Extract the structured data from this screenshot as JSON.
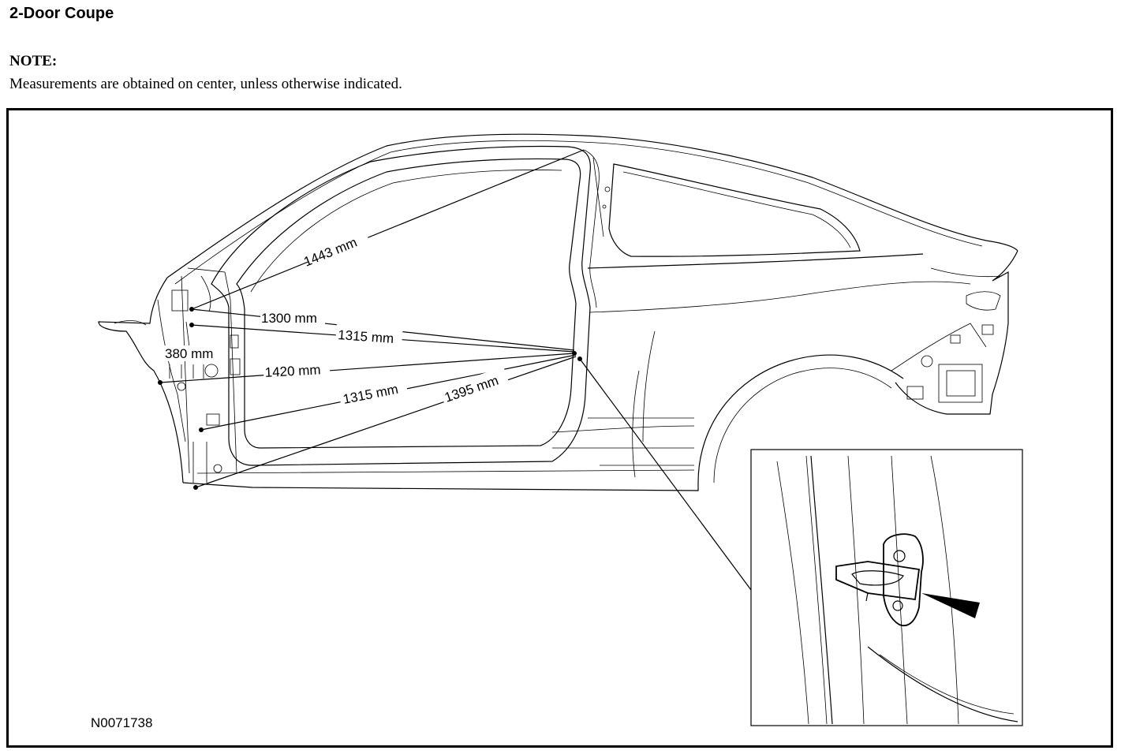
{
  "header": {
    "title": "2-Door Coupe",
    "note_label": "NOTE:",
    "note_text": "Measurements are obtained on center, unless otherwise indicated."
  },
  "diagram": {
    "figure_id": "N0071738",
    "dimensions": [
      {
        "label": "1443 mm"
      },
      {
        "label": "1300 mm"
      },
      {
        "label": "1315 mm"
      },
      {
        "label": "380 mm"
      },
      {
        "label": "1420 mm"
      },
      {
        "label": "1315 mm"
      },
      {
        "label": "1395 mm"
      }
    ]
  }
}
